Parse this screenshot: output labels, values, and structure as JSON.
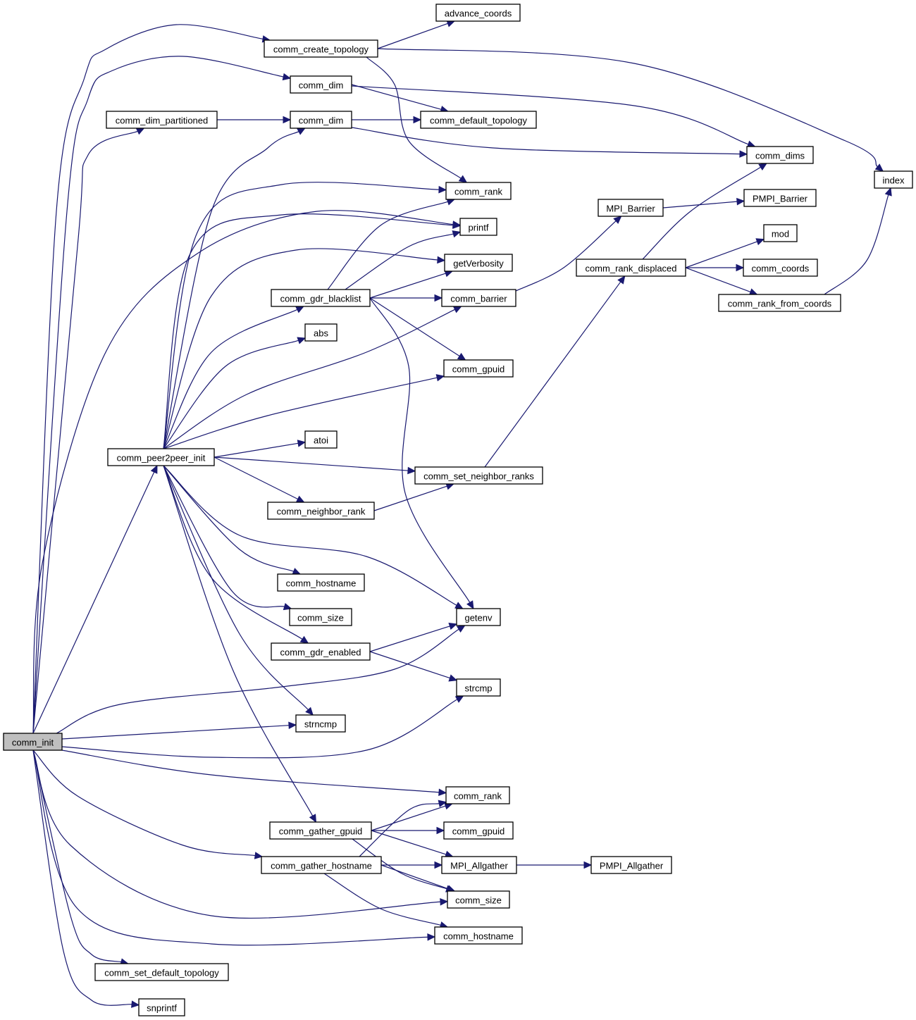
{
  "graph": {
    "type": "call-graph",
    "edge_color": "#191970",
    "root_fill": "#bfbfbf",
    "root": "comm_init",
    "nodes": [
      {
        "id": "comm_init",
        "label": "comm_init"
      },
      {
        "id": "comm_create_topology",
        "label": "comm_create_topology"
      },
      {
        "id": "advance_coords",
        "label": "advance_coords"
      },
      {
        "id": "comm_dim_a",
        "label": "comm_dim"
      },
      {
        "id": "comm_dim_partitioned",
        "label": "comm_dim_partitioned"
      },
      {
        "id": "comm_dim_b",
        "label": "comm_dim"
      },
      {
        "id": "comm_default_topology",
        "label": "comm_default_topology"
      },
      {
        "id": "comm_dims",
        "label": "comm_dims"
      },
      {
        "id": "index",
        "label": "index"
      },
      {
        "id": "comm_rank_a",
        "label": "comm_rank"
      },
      {
        "id": "printf",
        "label": "printf"
      },
      {
        "id": "getVerbosity",
        "label": "getVerbosity"
      },
      {
        "id": "MPI_Barrier",
        "label": "MPI_Barrier"
      },
      {
        "id": "PMPI_Barrier",
        "label": "PMPI_Barrier"
      },
      {
        "id": "mod",
        "label": "mod"
      },
      {
        "id": "comm_rank_displaced",
        "label": "comm_rank_displaced"
      },
      {
        "id": "comm_coords",
        "label": "comm_coords"
      },
      {
        "id": "comm_rank_from_coords",
        "label": "comm_rank_from_coords"
      },
      {
        "id": "comm_gdr_blacklist",
        "label": "comm_gdr_blacklist"
      },
      {
        "id": "comm_barrier",
        "label": "comm_barrier"
      },
      {
        "id": "abs",
        "label": "abs"
      },
      {
        "id": "comm_gpuid_a",
        "label": "comm_gpuid"
      },
      {
        "id": "atoi",
        "label": "atoi"
      },
      {
        "id": "comm_peer2peer_init",
        "label": "comm_peer2peer_init"
      },
      {
        "id": "comm_set_neighbor_ranks",
        "label": "comm_set_neighbor_ranks"
      },
      {
        "id": "comm_neighbor_rank",
        "label": "comm_neighbor_rank"
      },
      {
        "id": "comm_hostname_a",
        "label": "comm_hostname"
      },
      {
        "id": "comm_size_a",
        "label": "comm_size"
      },
      {
        "id": "getenv",
        "label": "getenv"
      },
      {
        "id": "comm_gdr_enabled",
        "label": "comm_gdr_enabled"
      },
      {
        "id": "strcmp",
        "label": "strcmp"
      },
      {
        "id": "strncmp",
        "label": "strncmp"
      },
      {
        "id": "comm_rank_b",
        "label": "comm_rank"
      },
      {
        "id": "comm_gather_gpuid",
        "label": "comm_gather_gpuid"
      },
      {
        "id": "comm_gpuid_b",
        "label": "comm_gpuid"
      },
      {
        "id": "comm_gather_hostname",
        "label": "comm_gather_hostname"
      },
      {
        "id": "MPI_Allgather",
        "label": "MPI_Allgather"
      },
      {
        "id": "PMPI_Allgather",
        "label": "PMPI_Allgather"
      },
      {
        "id": "comm_size_b",
        "label": "comm_size"
      },
      {
        "id": "comm_hostname_b",
        "label": "comm_hostname"
      },
      {
        "id": "comm_set_default_topology",
        "label": "comm_set_default_topology"
      },
      {
        "id": "snprintf",
        "label": "snprintf"
      }
    ],
    "edges": [
      [
        "comm_init",
        "comm_create_topology"
      ],
      [
        "comm_init",
        "comm_dim_a"
      ],
      [
        "comm_init",
        "comm_dim_partitioned"
      ],
      [
        "comm_init",
        "comm_peer2peer_init"
      ],
      [
        "comm_init",
        "printf"
      ],
      [
        "comm_init",
        "getenv"
      ],
      [
        "comm_init",
        "strncmp"
      ],
      [
        "comm_init",
        "strcmp"
      ],
      [
        "comm_init",
        "comm_rank_b"
      ],
      [
        "comm_init",
        "comm_gather_hostname"
      ],
      [
        "comm_init",
        "comm_size_b"
      ],
      [
        "comm_init",
        "comm_hostname_b"
      ],
      [
        "comm_init",
        "comm_set_default_topology"
      ],
      [
        "comm_init",
        "snprintf"
      ],
      [
        "comm_create_topology",
        "advance_coords"
      ],
      [
        "comm_create_topology",
        "index"
      ],
      [
        "comm_create_topology",
        "comm_rank_a"
      ],
      [
        "comm_dim_a",
        "comm_default_topology"
      ],
      [
        "comm_dim_a",
        "comm_dims"
      ],
      [
        "comm_dim_partitioned",
        "comm_dim_b"
      ],
      [
        "comm_dim_b",
        "comm_default_topology"
      ],
      [
        "comm_dim_b",
        "comm_dims"
      ],
      [
        "comm_peer2peer_init",
        "comm_dim_b"
      ],
      [
        "comm_peer2peer_init",
        "comm_rank_a"
      ],
      [
        "comm_peer2peer_init",
        "printf"
      ],
      [
        "comm_peer2peer_init",
        "getVerbosity"
      ],
      [
        "comm_peer2peer_init",
        "comm_gdr_blacklist"
      ],
      [
        "comm_peer2peer_init",
        "abs"
      ],
      [
        "comm_peer2peer_init",
        "comm_barrier"
      ],
      [
        "comm_peer2peer_init",
        "comm_gpuid_a"
      ],
      [
        "comm_peer2peer_init",
        "atoi"
      ],
      [
        "comm_peer2peer_init",
        "comm_set_neighbor_ranks"
      ],
      [
        "comm_peer2peer_init",
        "comm_neighbor_rank"
      ],
      [
        "comm_peer2peer_init",
        "getenv"
      ],
      [
        "comm_peer2peer_init",
        "comm_hostname_a"
      ],
      [
        "comm_peer2peer_init",
        "comm_size_a"
      ],
      [
        "comm_peer2peer_init",
        "comm_gdr_enabled"
      ],
      [
        "comm_peer2peer_init",
        "strncmp"
      ],
      [
        "comm_peer2peer_init",
        "comm_gather_gpuid"
      ],
      [
        "comm_gdr_blacklist",
        "comm_rank_a"
      ],
      [
        "comm_gdr_blacklist",
        "printf"
      ],
      [
        "comm_gdr_blacklist",
        "getVerbosity"
      ],
      [
        "comm_gdr_blacklist",
        "comm_barrier"
      ],
      [
        "comm_gdr_blacklist",
        "comm_gpuid_a"
      ],
      [
        "comm_gdr_blacklist",
        "getenv"
      ],
      [
        "comm_barrier",
        "MPI_Barrier"
      ],
      [
        "MPI_Barrier",
        "PMPI_Barrier"
      ],
      [
        "comm_set_neighbor_ranks",
        "comm_rank_displaced"
      ],
      [
        "comm_neighbor_rank",
        "comm_set_neighbor_ranks"
      ],
      [
        "comm_rank_displaced",
        "comm_dims"
      ],
      [
        "comm_rank_displaced",
        "mod"
      ],
      [
        "comm_rank_displaced",
        "comm_coords"
      ],
      [
        "comm_rank_displaced",
        "comm_rank_from_coords"
      ],
      [
        "comm_rank_from_coords",
        "index"
      ],
      [
        "comm_gdr_enabled",
        "getenv"
      ],
      [
        "comm_gdr_enabled",
        "strcmp"
      ],
      [
        "comm_gather_gpuid",
        "comm_rank_b"
      ],
      [
        "comm_gather_gpuid",
        "comm_gpuid_b"
      ],
      [
        "comm_gather_gpuid",
        "MPI_Allgather"
      ],
      [
        "comm_gather_gpuid",
        "comm_size_b"
      ],
      [
        "comm_gather_hostname",
        "comm_rank_b"
      ],
      [
        "comm_gather_hostname",
        "MPI_Allgather"
      ],
      [
        "comm_gather_hostname",
        "comm_size_b"
      ],
      [
        "comm_gather_hostname",
        "comm_hostname_b"
      ],
      [
        "MPI_Allgather",
        "PMPI_Allgather"
      ]
    ]
  }
}
